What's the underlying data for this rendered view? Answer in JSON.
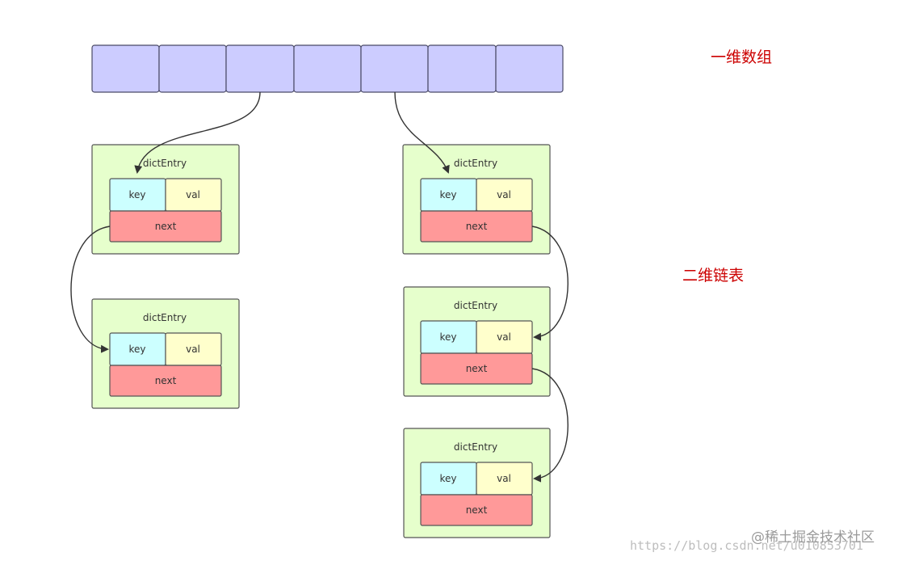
{
  "labels": {
    "array_label": "一维数组",
    "list_label": "二维链表"
  },
  "array": {
    "slot_count": 7
  },
  "entry": {
    "title": "dictEntry",
    "key": "key",
    "val": "val",
    "next": "next"
  },
  "watermark": {
    "url": "https://blog.csdn.net/u010853701",
    "site": "@稀土掘金技术社区"
  },
  "colors": {
    "array_fill": "#ccccff",
    "array_stroke": "#4a4a66",
    "entry_fill": "#e6ffcc",
    "entry_stroke": "#555555",
    "key_fill": "#ccffff",
    "val_fill": "#ffffcc",
    "next_fill": "#ff9999",
    "arrow": "#333333",
    "label_red": "#cc0000"
  }
}
